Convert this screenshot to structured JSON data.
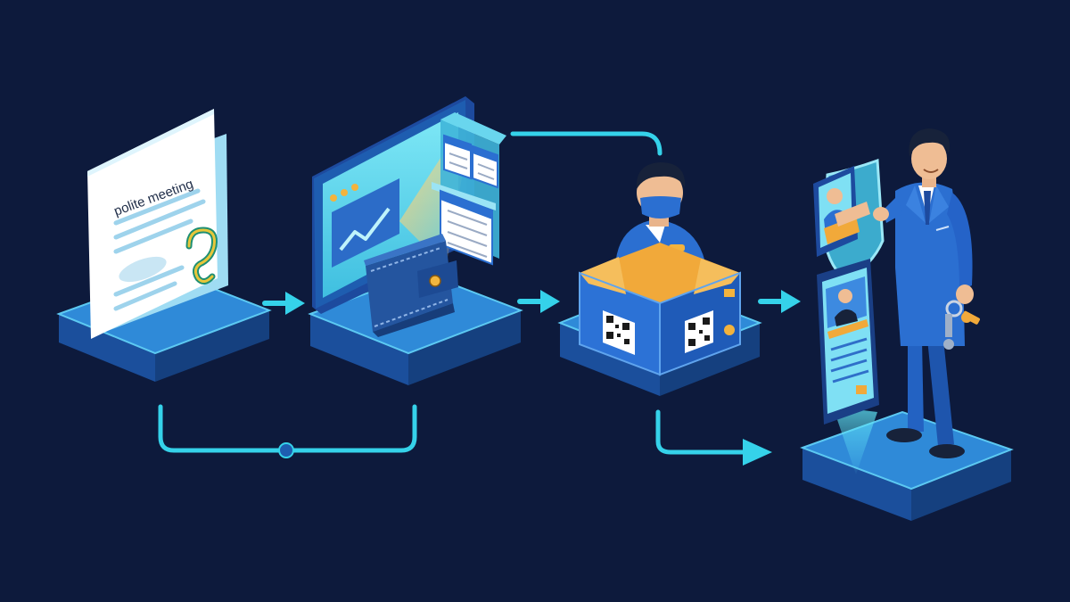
{
  "diagram": {
    "steps": [
      {
        "id": "document",
        "label": "polite meeting",
        "icon": "document-with-hook-icon"
      },
      {
        "id": "dashboard",
        "icon": "monitor-wallet-calendar-icon"
      },
      {
        "id": "courier",
        "icon": "masked-courier-in-box-icon"
      },
      {
        "id": "agent",
        "icon": "businessman-with-keys-icon"
      }
    ],
    "colors": {
      "background": "#0d1a3c",
      "accent": "#35d2ea",
      "platform_top": "#2d7fd3",
      "platform_side": "#1b4f9c",
      "figure_blue": "#2b6fd1",
      "orange": "#f1a93a"
    }
  }
}
